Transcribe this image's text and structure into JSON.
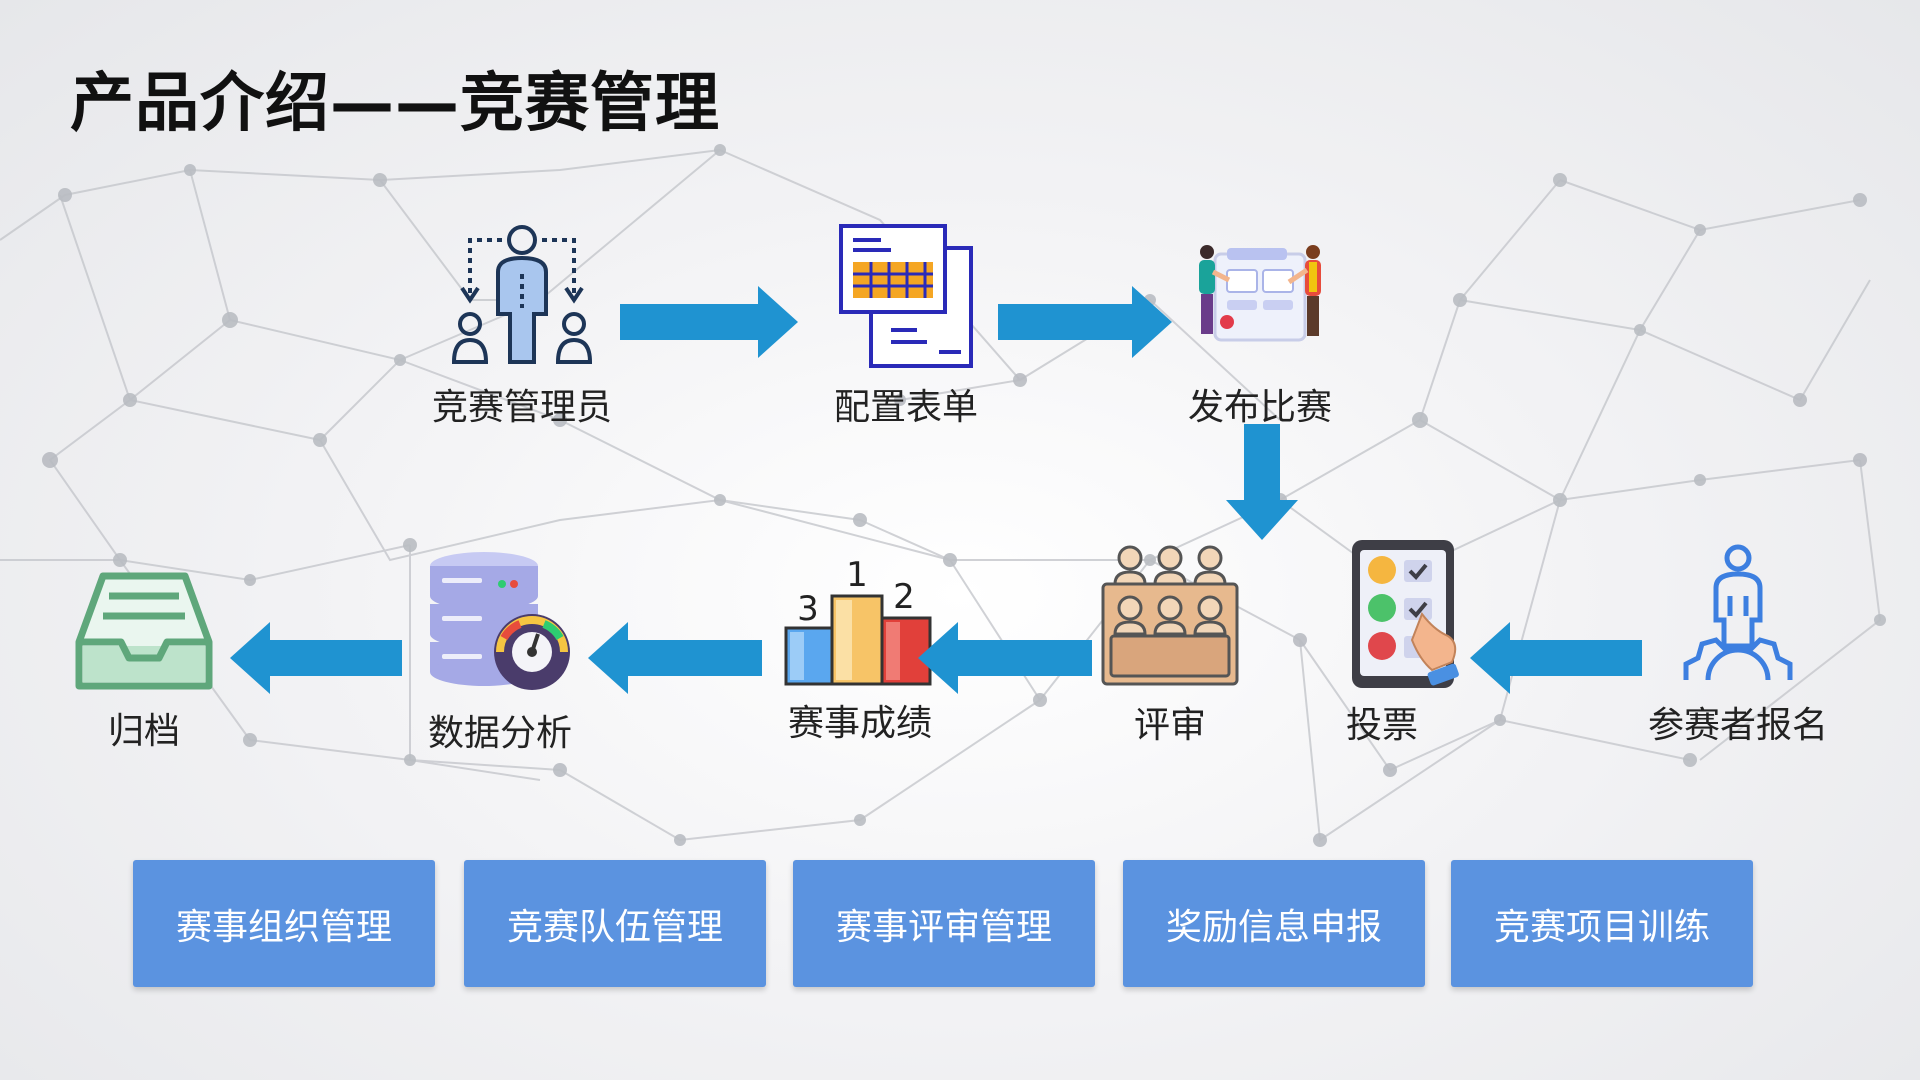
{
  "title": "产品介绍——竞赛管理",
  "colors": {
    "arrow": "#1f93d1",
    "button_bg": "#5b93e0",
    "button_text": "#ffffff",
    "title_text": "#111111"
  },
  "flow": {
    "top_row": [
      {
        "label": "竞赛管理员",
        "icon": "admin-people-icon"
      },
      {
        "label": "配置表单",
        "icon": "form-document-icon"
      },
      {
        "label": "发布比赛",
        "icon": "presentation-board-icon"
      }
    ],
    "bottom_row": [
      {
        "label": "归档",
        "icon": "archive-tray-icon"
      },
      {
        "label": "数据分析",
        "icon": "database-gauge-icon"
      },
      {
        "label": "赛事成绩",
        "icon": "podium-icon"
      },
      {
        "label": "评审",
        "icon": "jury-panel-icon"
      },
      {
        "label": "投票",
        "icon": "phone-vote-icon"
      },
      {
        "label": "参赛者报名",
        "icon": "participant-gear-icon"
      }
    ],
    "podium_ranks": [
      "1",
      "2",
      "3"
    ],
    "edges": [
      {
        "from": "竞赛管理员",
        "to": "配置表单"
      },
      {
        "from": "配置表单",
        "to": "发布比赛"
      },
      {
        "from": "发布比赛",
        "to": "评审"
      },
      {
        "from": "参赛者报名",
        "to": "投票"
      },
      {
        "from": "评审",
        "to": "赛事成绩"
      },
      {
        "from": "赛事成绩",
        "to": "数据分析"
      },
      {
        "from": "数据分析",
        "to": "归档"
      }
    ]
  },
  "buttons": [
    {
      "label": "赛事组织管理"
    },
    {
      "label": "竞赛队伍管理"
    },
    {
      "label": "赛事评审管理"
    },
    {
      "label": "奖励信息申报"
    },
    {
      "label": "竞赛项目训练"
    }
  ]
}
